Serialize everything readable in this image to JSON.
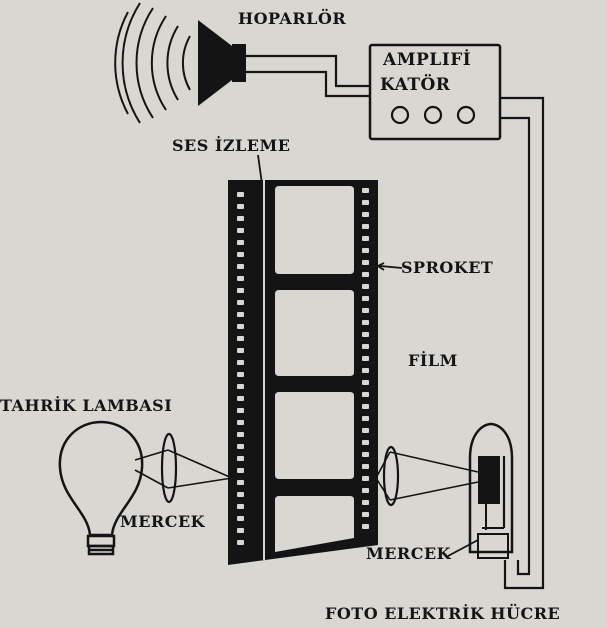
{
  "labels": {
    "loudspeaker": "HOPARLÖR",
    "amplifier_line1": "AMPLIFİ",
    "amplifier_line2": "KATÖR",
    "sound_track": "SES İZLEME",
    "sprocket": "SPROKET",
    "film": "FİLM",
    "exciter_lamp": "TAHRİK LAMBASI",
    "lens_left": "MERCEK",
    "lens_right": "MERCEK",
    "photocell": "FOTO ELEKTRİK HÜCRE"
  },
  "colors": {
    "ink": "#141414",
    "paper": "#d9d7d2"
  }
}
